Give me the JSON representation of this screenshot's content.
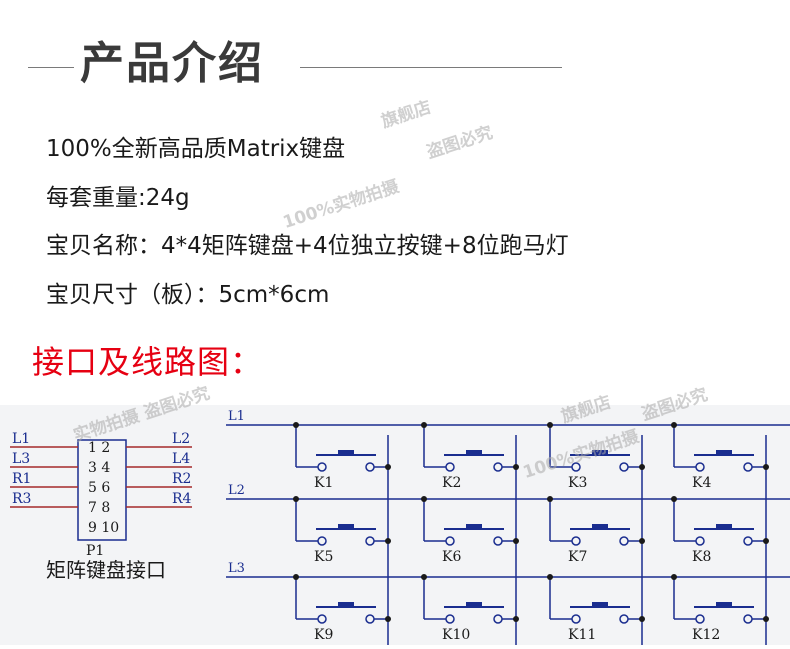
{
  "header": {
    "title": "产品介绍"
  },
  "specs": {
    "line1": "100%全新高品质Matrix键盘",
    "line2": "每套重量:24g",
    "line3": "宝贝名称：4*4矩阵键盘+4位独立按键+8位跑马灯",
    "line4": "宝贝尺寸（板）：5cm*6cm"
  },
  "section": {
    "title": "接口及线路图："
  },
  "watermarks": {
    "w1": "实物拍摄 盗图必究",
    "w2": "100%实物拍摄",
    "w3": "旗舰店",
    "w4": "盗图必究"
  },
  "connector": {
    "ref": "P1",
    "caption": "矩阵键盘接口",
    "left_pins": [
      "L1",
      "L3",
      "R1",
      "R3"
    ],
    "right_pins": [
      "L2",
      "L4",
      "R2",
      "R4"
    ],
    "pin_rows": [
      "1 2",
      "3 4",
      "5 6",
      "7 8",
      "9 10"
    ]
  },
  "matrix": {
    "row_labels": [
      "L1",
      "L2",
      "L3"
    ],
    "keys": [
      "K1",
      "K2",
      "K3",
      "K4",
      "K5",
      "K6",
      "K7",
      "K8",
      "K9",
      "K10",
      "K11",
      "K12"
    ]
  },
  "colors": {
    "accent_red": "#e60012",
    "schematic_line": "#1a2d8f",
    "connector_pin": "#a52a2a"
  }
}
